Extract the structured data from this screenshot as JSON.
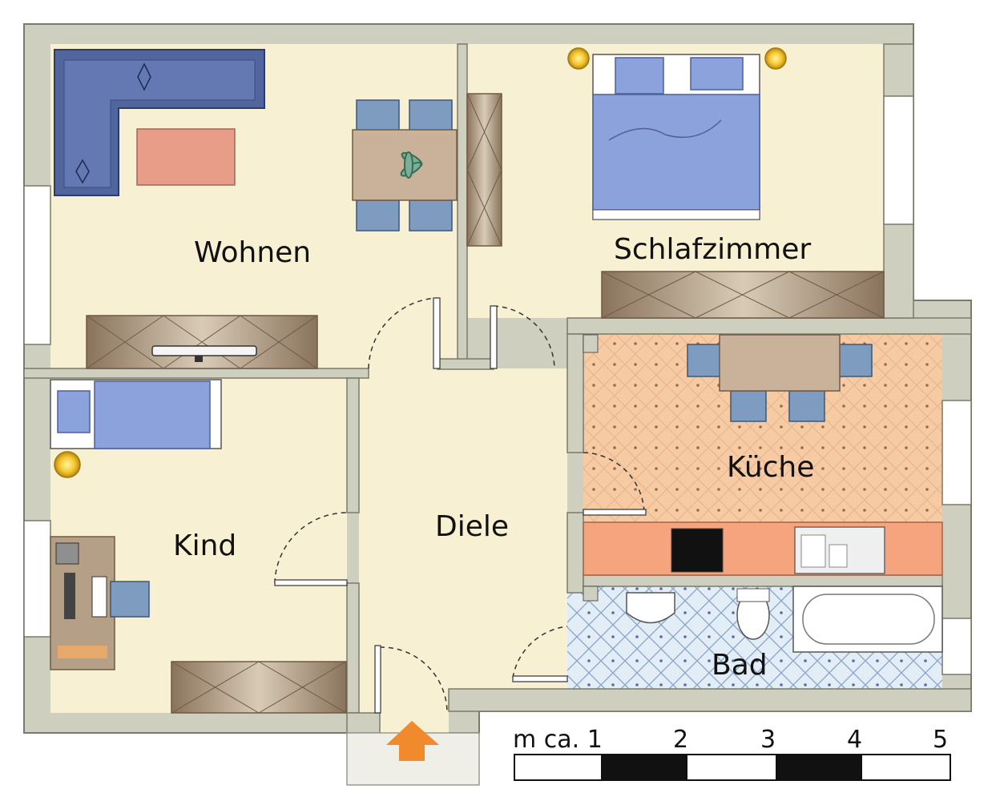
{
  "rooms": {
    "wohnen": "Wohnen",
    "schlafzimmer": "Schlafzimmer",
    "kueche": "Küche",
    "kind": "Kind",
    "diele": "Diele",
    "bad": "Bad"
  },
  "scale": {
    "unit_label": "m ca. 1",
    "ticks": [
      "2",
      "3",
      "4",
      "5"
    ]
  },
  "colors": {
    "wall": "#cfcfbf",
    "wall_edge": "#7a7a6a",
    "floor": "#f8f0d2",
    "kitchen_floor": "#f6cba4",
    "bath_floor": "#dde9f2",
    "sofa": "#51659f",
    "bed": "#8ca2dc",
    "cabinet": "#a48e74",
    "countertop": "#f5a47e",
    "entrance_arrow": "#f08a2c"
  }
}
